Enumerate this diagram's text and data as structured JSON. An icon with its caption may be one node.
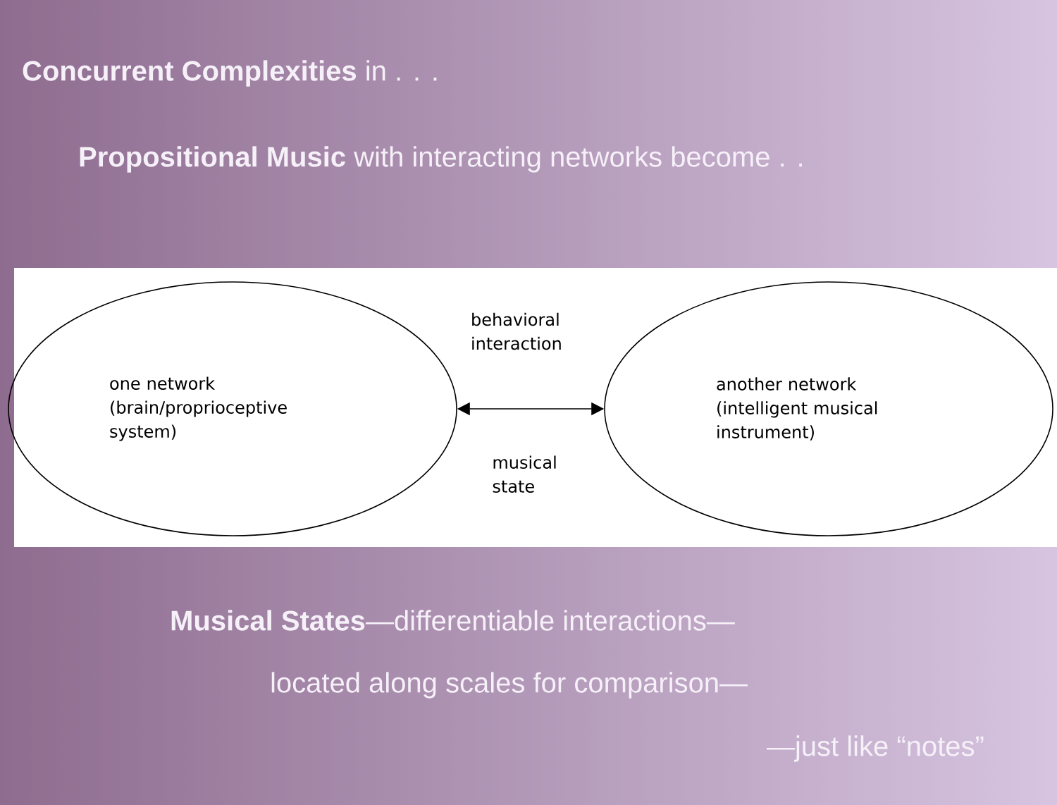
{
  "diagram": {
    "nodes": [
      {
        "text": [
          "one network (brain/proprioceptive system)"
        ]
      },
      {
        "text": [
          "another network (intelligent musical instrument)"
        ]
      }
    ],
    "edges": [
      {
        "from": 0,
        "to": 1,
        "arrow": "both",
        "label": "behavioral interaction"
      }
    ],
    "labels": [
      "**Concurrent Complexities** in . . .",
      "**Propositional Music** with interacting networks become . .",
      "musical state",
      "**Musical States**—differentiable interactions—",
      "located along scales for comparison—",
      "—just like “notes”"
    ]
  }
}
